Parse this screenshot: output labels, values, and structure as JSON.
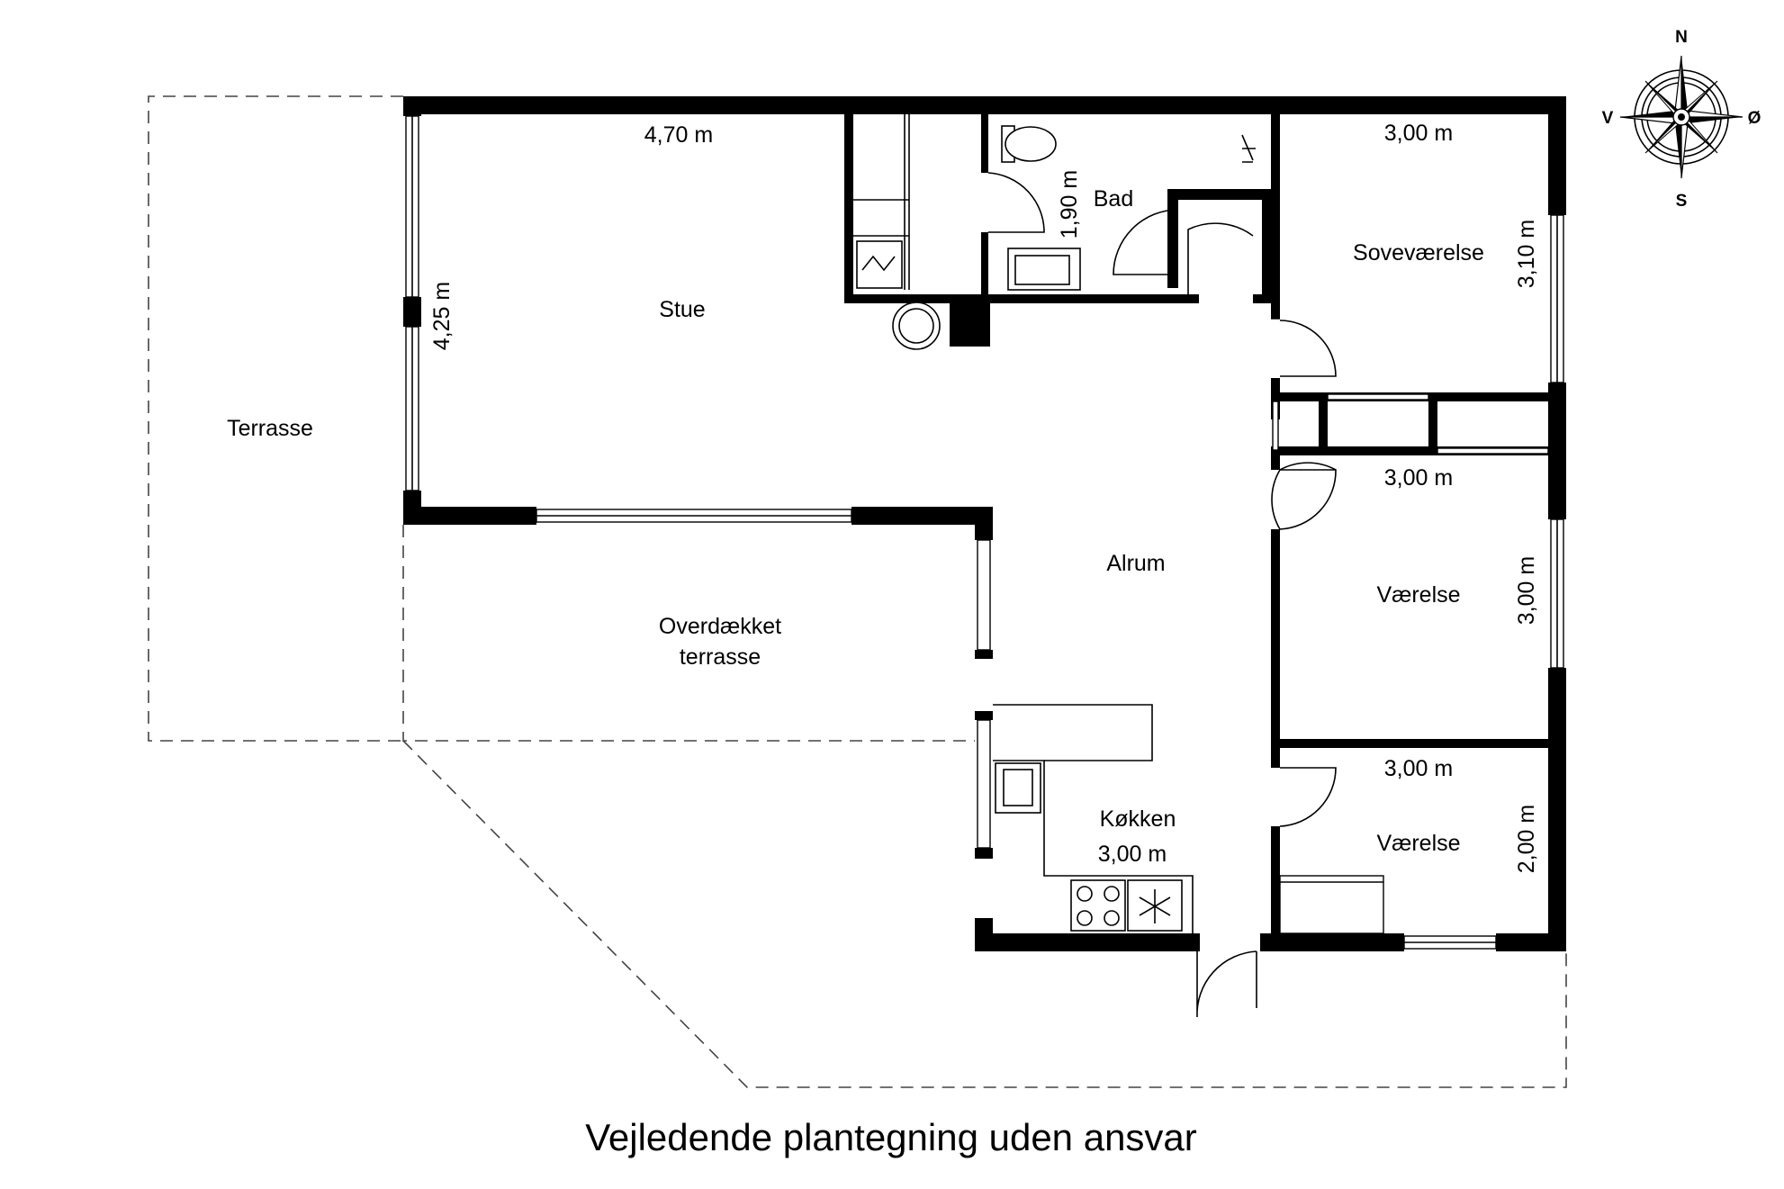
{
  "rooms": {
    "terrace": "Terrasse",
    "covered_terrace_line1": "Overdækket",
    "covered_terrace_line2": "terrasse",
    "living": "Stue",
    "bath": "Bad",
    "bedroom": "Soveværelse",
    "family_room": "Alrum",
    "room_1": "Værelse",
    "room_2": "Værelse",
    "kitchen": "Køkken"
  },
  "dimensions": {
    "living_width": "4,70 m",
    "living_depth": "4,25 m",
    "bath_width": "1,90 m",
    "bedroom_width": "3,00 m",
    "bedroom_depth": "3,10 m",
    "room_1_width": "3,00 m",
    "room_1_depth": "3,00 m",
    "room_2_width": "3,00 m",
    "room_2_depth": "2,00 m",
    "kitchen_width": "3,00 m"
  },
  "compass": {
    "north": "N",
    "south": "S",
    "west": "V",
    "east": "Ø"
  },
  "caption": "Vejledende plantegning uden ansvar"
}
